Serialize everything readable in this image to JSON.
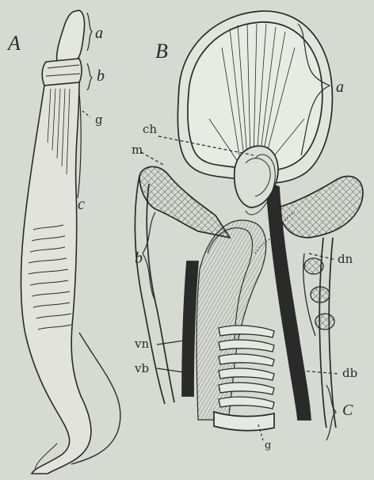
{
  "figure_a": {
    "letter": "A",
    "labels": {
      "a": "a",
      "b": "b",
      "g": "g",
      "c": "c"
    }
  },
  "figure_b": {
    "letter": "B",
    "labels": {
      "a": "a",
      "ch": "ch",
      "m": "m",
      "b": "b",
      "dn": "dn",
      "vn": "vn",
      "vb": "vb",
      "db": "db",
      "c": "C",
      "g": "g"
    }
  },
  "colors": {
    "paper": "#d6dad3",
    "ink": "#2a2a2a",
    "tissue": "#9a9e96"
  }
}
